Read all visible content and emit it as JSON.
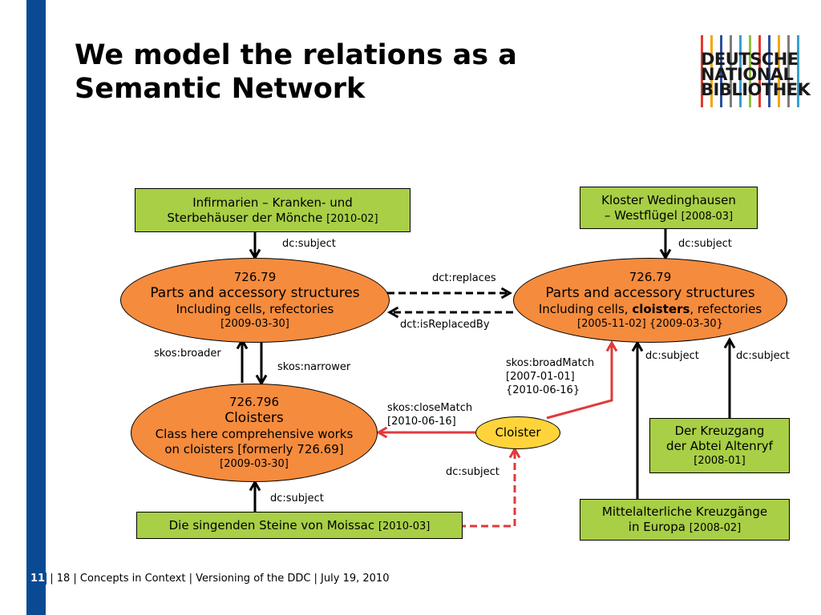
{
  "title": {
    "line1": "We model the relations as a",
    "line2": "Semantic Network"
  },
  "logo": {
    "line1": "DEUTSCHE",
    "line2": "NATIONAL",
    "line3": "BIBLIOTHEK"
  },
  "nodes": {
    "infirmarien": {
      "line1": "Infirmarien – Kranken- und",
      "line2": "Sterbehäuser der Mönche",
      "date": "[2010-02]"
    },
    "kloster": {
      "line1": "Kloster Wedinghausen",
      "line2": "– Westflügel",
      "date": "[2008-03]"
    },
    "ddc_left": {
      "number": "726.79",
      "caption": "Parts and accessory structures",
      "note": "Including cells, refectories",
      "dates": "[2009-03-30]"
    },
    "ddc_right": {
      "number": "726.79",
      "caption": "Parts and accessory structures",
      "note_pre": "Including cells, ",
      "note_bold": "cloisters",
      "note_post": ", refectories",
      "dates": "[2005-11-02] {2009-03-30}"
    },
    "ddc_cloisters": {
      "number": "726.796",
      "caption": "Cloisters",
      "note1": "Class here comprehensive works",
      "note2": "on cloisters [formerly 726.69]",
      "dates": "[2009-03-30]"
    },
    "cloister": {
      "label": "Cloister"
    },
    "kreuzgang": {
      "line1": "Der Kreuzgang",
      "line2": "der Abtei Altenryf",
      "date": "[2008-01]"
    },
    "moissac": {
      "line1": "Die singenden Steine von Moissac",
      "date": "[2010-03]"
    },
    "mittelalter": {
      "line1": "Mittelalterliche Kreuzgänge",
      "line2": "in Europa",
      "date": "[2008-02]"
    }
  },
  "edges": {
    "dc_subject_1": "dc:subject",
    "dc_subject_2": "dc:subject",
    "dct_replaces": "dct:replaces",
    "dct_isreplacedby": "dct:isReplacedBy",
    "skos_broader": "skos:broader",
    "skos_narrower": "skos:narrower",
    "skos_broadmatch": "skos:broadMatch",
    "broadmatch_date1": "[2007-01-01]",
    "broadmatch_date2": "{2010-06-16}",
    "dc_subject_3": "dc:subject",
    "dc_subject_4": "dc:subject",
    "skos_closematch": "skos:closeMatch",
    "closematch_date": "[2010-06-16]",
    "dc_subject_5": "dc:subject",
    "dc_subject_6": "dc:subject"
  },
  "footer": {
    "page": "11",
    "rest": " | 18 | Concepts in Context | Versioning of the DDC | July 19, 2010"
  },
  "colors": {
    "sidebar": "#0a4a93",
    "green_node": "#a8cf45",
    "orange_node": "#f58b3d",
    "yellow_node": "#ffd43b",
    "red_edge": "#e03a3a"
  }
}
